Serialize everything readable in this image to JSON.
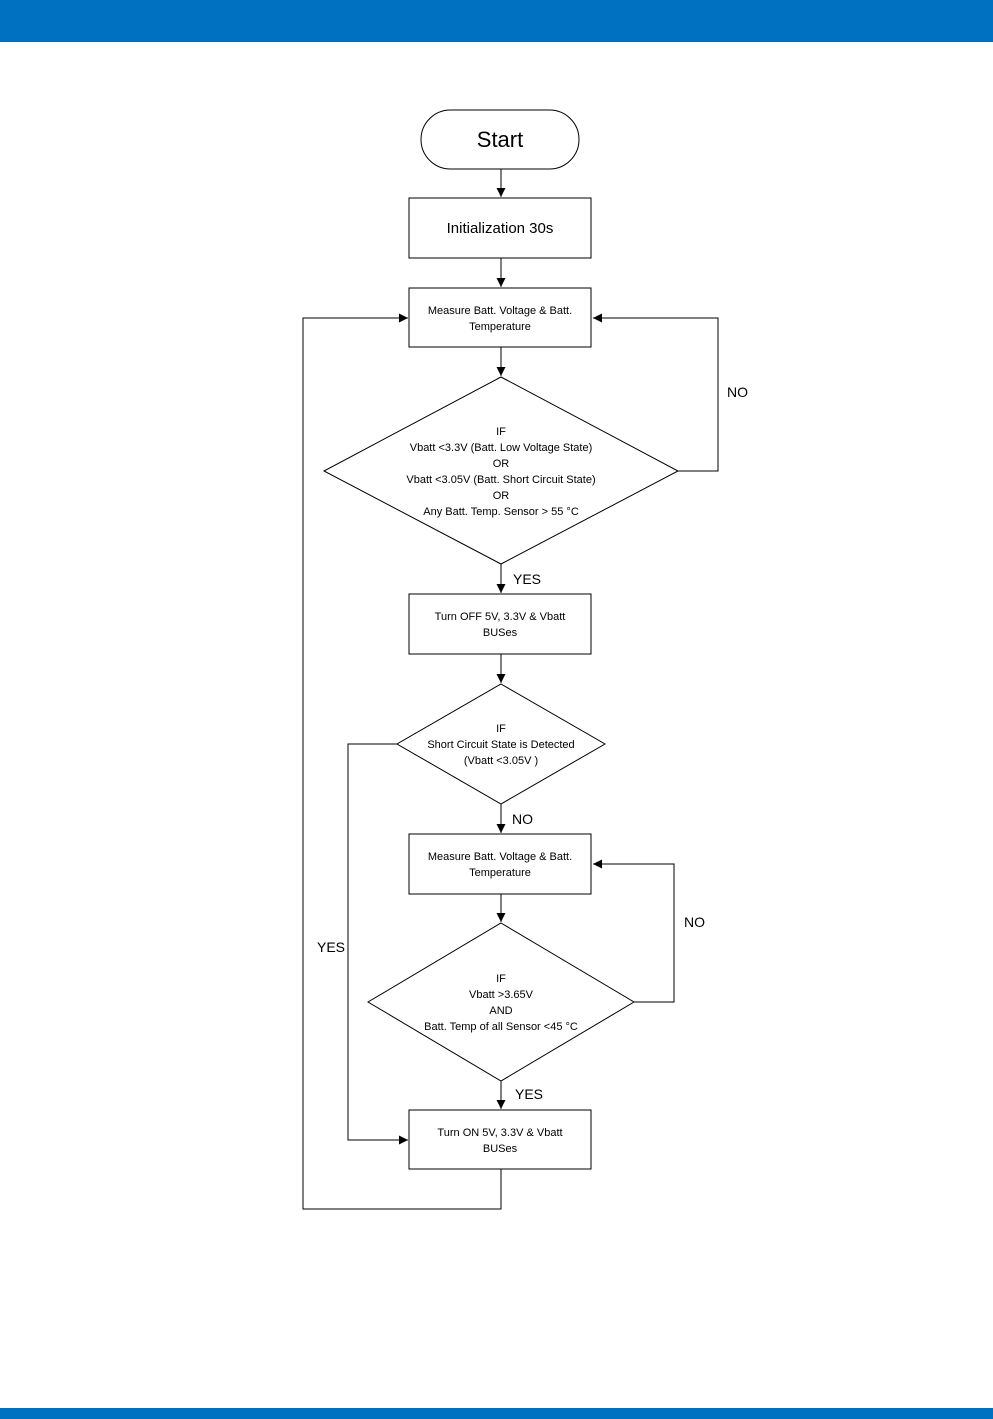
{
  "colors": {
    "header_band": "#0070c0",
    "footer_band": "#0070c0",
    "line": "#000000"
  },
  "flowchart": {
    "start": "Start",
    "init": "Initialization 30s",
    "measure1": [
      "Measure Batt. Voltage & Batt.",
      "Temperature"
    ],
    "decision1": [
      "IF",
      "Vbatt <3.3V (Batt. Low Voltage State)",
      "OR",
      "Vbatt <3.05V (Batt. Short Circuit  State)",
      "OR",
      "Any Batt. Temp. Sensor > 55 °C"
    ],
    "turn_off": [
      "Turn OFF 5V, 3.3V & Vbatt",
      "BUSes"
    ],
    "decision2": [
      "IF",
      "Short Circuit State is Detected",
      "(Vbatt <3.05V )"
    ],
    "measure2": [
      "Measure Batt. Voltage & Batt.",
      "Temperature"
    ],
    "decision3": [
      "IF",
      "Vbatt >3.65V",
      "AND",
      "Batt. Temp of all Sensor <45 °C"
    ],
    "turn_on": [
      "Turn ON 5V, 3.3V & Vbatt",
      "BUSes"
    ],
    "labels": {
      "d1_no": "NO",
      "d1_yes": "YES",
      "d2_no": "NO",
      "d2_yes": "YES",
      "d3_no": "NO",
      "d3_yes": "YES"
    }
  }
}
